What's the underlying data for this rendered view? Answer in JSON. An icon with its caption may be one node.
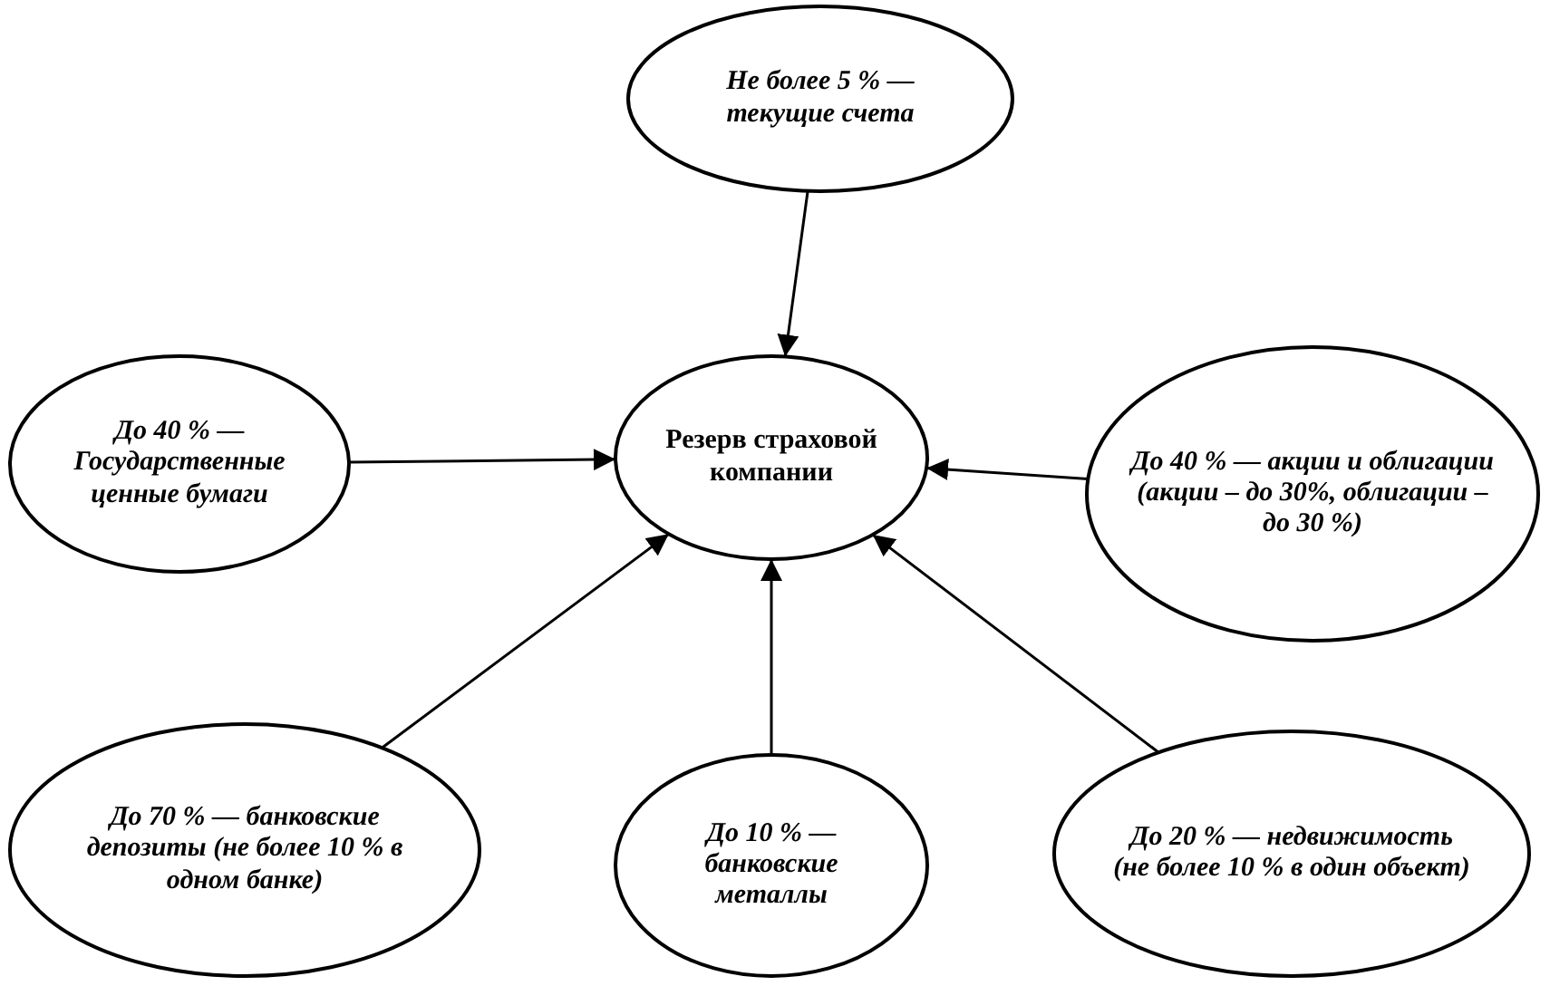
{
  "diagram": {
    "nodes": [
      {
        "text": [
          "Не более 5 % — текущие счета"
        ]
      },
      {
        "text": [
          "До 40 % — Государственные ценные бумаги"
        ]
      },
      {
        "text": [
          "Резерв страховой компании"
        ]
      },
      {
        "text": [
          "До 40 % — акции и облигации (акции – до 30%, облигации – до 30 %)"
        ]
      },
      {
        "text": [
          "До 70 % — банковские депозиты (не более 10 % в одном банке)"
        ]
      },
      {
        "text": [
          "До 10 % — банковские металлы"
        ]
      },
      {
        "text": [
          "До 20 % — недвижимость (не более 10 % в один объект)"
        ]
      }
    ],
    "edges": [
      {
        "from": 0,
        "to": 2,
        "arrow": "to"
      },
      {
        "from": 1,
        "to": 2,
        "arrow": "to"
      },
      {
        "from": 3,
        "to": 2,
        "arrow": "to"
      },
      {
        "from": 4,
        "to": 2,
        "arrow": "to"
      },
      {
        "from": 5,
        "to": 2,
        "arrow": "to"
      },
      {
        "from": 6,
        "to": 2,
        "arrow": "to"
      }
    ]
  }
}
